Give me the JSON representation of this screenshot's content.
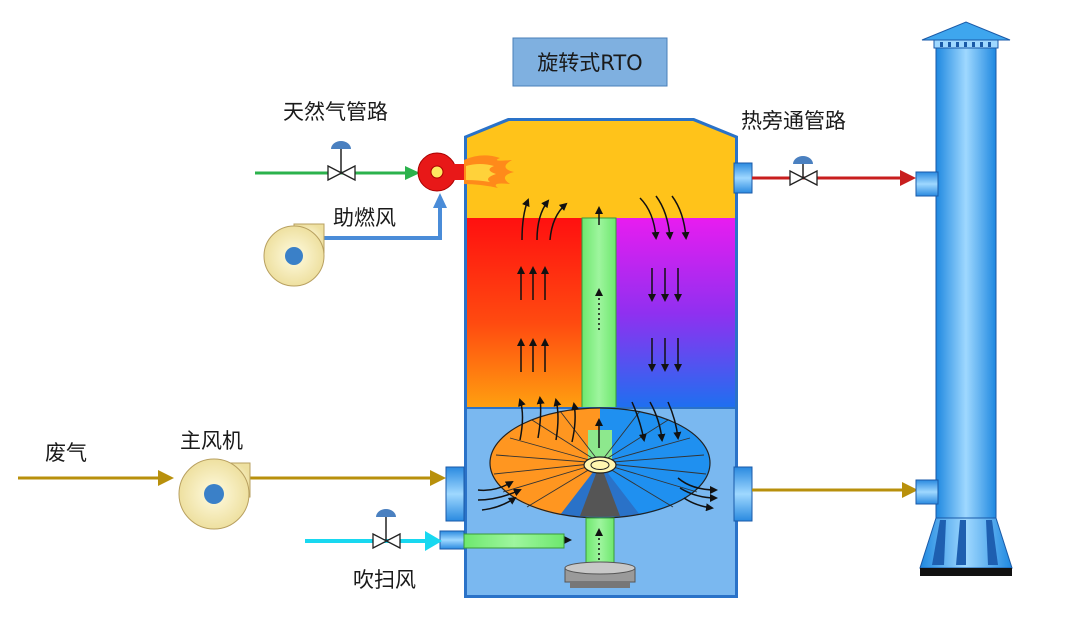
{
  "title": "旋转式RTO",
  "labels": {
    "natural_gas_pipe": "天然气管路",
    "combustion_air": "助燃风",
    "hot_bypass_pipe": "热旁通管路",
    "waste_gas": "废气",
    "main_fan": "主风机",
    "purge_air": "吹扫风"
  },
  "colors": {
    "natural_gas_line": "#2bb24c",
    "combustion_air_line": "#4a8cd8",
    "hot_bypass_line": "#c81e1e",
    "waste_gas_line": "#b8900c",
    "purge_air_line": "#18d8f0",
    "title_box": "#7fb0e0",
    "chamber_top": "#ffc31a",
    "lower_chamber": "#7ab8f0",
    "stack": "#3ea6ee"
  },
  "icons": {
    "burner": "burner-icon",
    "flame": "flame-icon",
    "fan": "fan-icon",
    "valve": "valve-icon",
    "rotary_distributor": "rotary-distributor",
    "chimney": "chimney-stack"
  }
}
